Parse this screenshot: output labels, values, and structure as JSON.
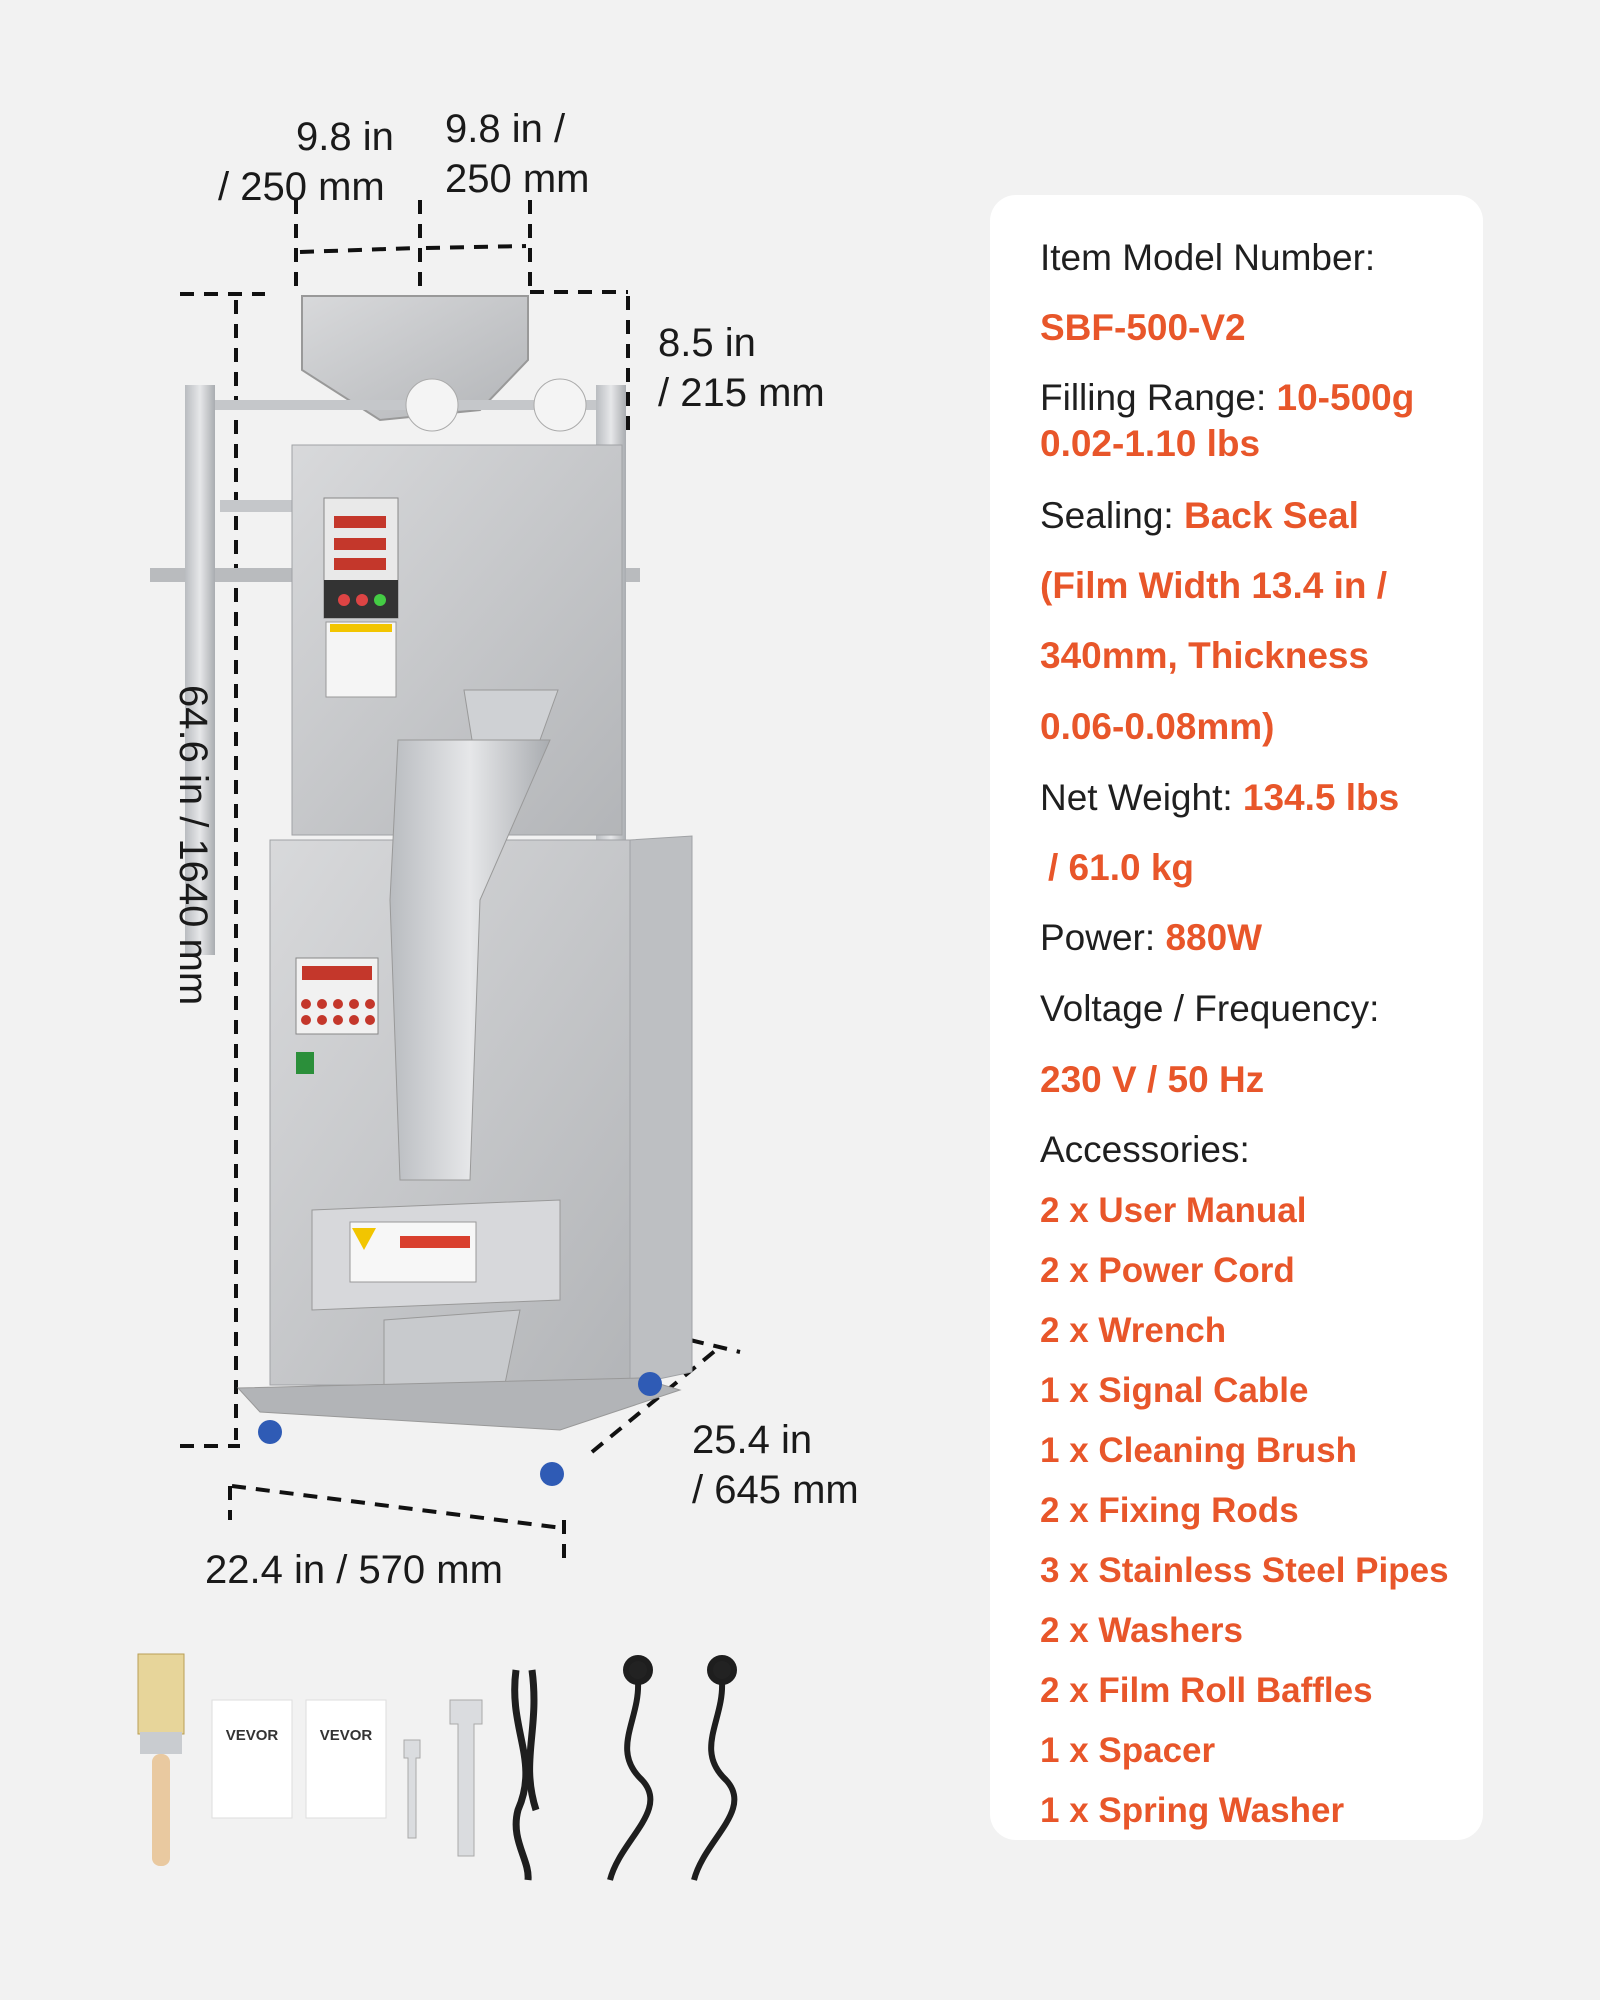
{
  "dimensions": {
    "top_left": [
      "9.8 in",
      "/ 250 mm"
    ],
    "top_right": [
      "9.8 in /",
      "250 mm"
    ],
    "hopper_height": [
      "8.5 in",
      "/ 215 mm"
    ],
    "total_height": "64.6 in / 1640 mm",
    "depth": [
      "25.4 in",
      "/ 645 mm"
    ],
    "width": "22.4 in / 570 mm"
  },
  "specs": {
    "model_label": "Item Model Number:",
    "model_value": "SBF-500-V2",
    "filling_label": "Filling Range:",
    "filling_value_1": "10-500g",
    "filling_value_2": "0.02-1.10 lbs",
    "sealing_label": "Sealing:",
    "sealing_value": "Back Seal",
    "sealing_detail_1": "(Film Width 13.4 in /",
    "sealing_detail_2": "340mm, Thickness",
    "sealing_detail_3": "0.06-0.08mm)",
    "weight_label": "Net Weight:",
    "weight_value_1": "134.5 lbs",
    "weight_value_2": "/ 61.0 kg",
    "power_label": "Power:",
    "power_value": "880W",
    "voltage_label": "Voltage / Frequency:",
    "voltage_value": "230 V / 50 Hz",
    "accessories_label": "Accessories:"
  },
  "accessories": [
    "2 x User Manual",
    "2 x Power Cord",
    "2 x Wrench",
    "1 x Signal Cable",
    "1 x Cleaning Brush",
    "2 x Fixing Rods",
    "3 x Stainless Steel Pipes",
    "2 x Washers",
    "2 x Film Roll Baffles",
    "1 x Spacer",
    "1 x Spring Washer"
  ],
  "manual_brand": "VEVOR",
  "colors": {
    "accent": "#e8562a",
    "background": "#f2f2f2",
    "card": "#ffffff"
  }
}
